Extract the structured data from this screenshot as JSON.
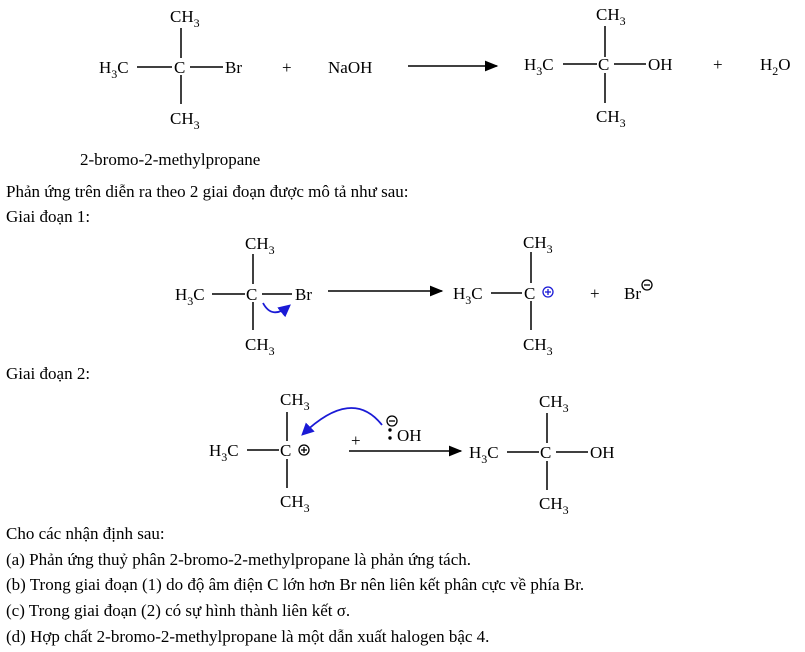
{
  "reaction_main": {
    "reactant_top": "CH3",
    "reactant_left": "H3C",
    "reactant_center": "C",
    "reactant_right": "Br",
    "reactant_bottom": "CH3",
    "plus1": "+",
    "reagent": "NaOH",
    "product_top": "CH3",
    "product_left": "H3C",
    "product_center": "C",
    "product_right": "OH",
    "product_bottom": "CH3",
    "plus2": "+",
    "byproduct": "H2O"
  },
  "reactant_name": "2-bromo-2-methylpropane",
  "intro_text": "Phản ứng trên diễn ra theo 2 giai đoạn được mô tả như sau:",
  "stage1": {
    "label": "Giai đoạn 1:",
    "left_top": "CH3",
    "left_left": "H3C",
    "left_center": "C",
    "left_right": "Br",
    "left_bottom": "CH3",
    "right_top": "CH3",
    "right_left": "H3C",
    "right_center": "C",
    "right_bottom": "CH3",
    "plus": "+",
    "anion": "Br"
  },
  "stage2": {
    "label": "Giai đoạn 2:",
    "left_top": "CH3",
    "left_left": "H3C",
    "left_center": "C",
    "left_bottom": "CH3",
    "plus": "+",
    "nucleophile": "OH",
    "right_top": "CH3",
    "right_left": "H3C",
    "right_center": "C",
    "right_right": "OH",
    "right_bottom": "CH3"
  },
  "statements_intro": "Cho các nhận định sau:",
  "statements": [
    "(a) Phản ứng thuỷ phân 2-bromo-2-methylpropane là phản ứng tách.",
    "(b) Trong giai đoạn (1) do độ âm điện C lớn hơn Br nên liên kết phân cực về phía Br.",
    "(c)  Trong giai đoạn (2) có sự hình thành liên kết σ.",
    "(d) Hợp chất 2-bromo-2-methylpropane là một dẫn xuất halogen bậc 4."
  ],
  "colors": {
    "mechanism_arrow": "#1a1ad6"
  }
}
